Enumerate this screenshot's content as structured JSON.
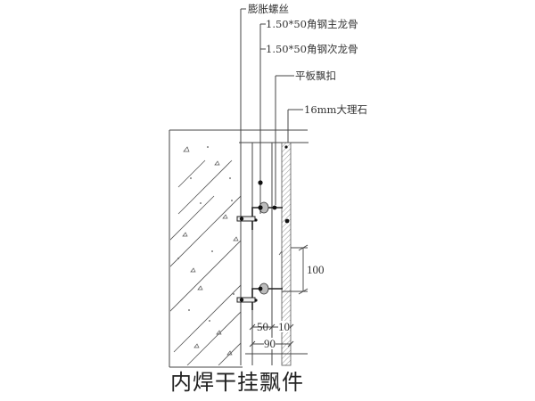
{
  "drawing": {
    "caption": "内焊干挂飘件",
    "callouts": [
      {
        "id": "expansion-bolt",
        "label": "膨胀螺丝"
      },
      {
        "id": "main-keel",
        "label": "1.50*50角钢主龙骨"
      },
      {
        "id": "secondary-keel",
        "label": "1.50*50角钢次龙骨"
      },
      {
        "id": "flat-plate-clip",
        "label": "平板飘扣"
      },
      {
        "id": "marble",
        "label": "16mm大理石"
      }
    ],
    "dimensions": {
      "vertical_spacing": "100",
      "keel_depth": "50",
      "gap": "10",
      "total_depth": "90"
    },
    "colors": {
      "line": "#333333",
      "hatch": "#555555",
      "background": "#ffffff"
    }
  }
}
